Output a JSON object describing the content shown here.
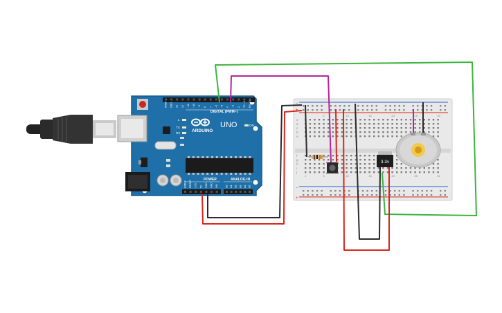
{
  "arduino": {
    "brand": "ARDUINO",
    "model": "UNO",
    "digital_label": "DIGITAL (PWM~)",
    "power_label": "POWER",
    "analog_label": "ANALOG IN",
    "on_label": "ON",
    "l_label": "L",
    "tx_label": "TX",
    "rx_label": "RX",
    "digital_pins": [
      "AREF",
      "GND",
      "13",
      "12",
      "~11",
      "~10",
      "~9",
      "8",
      "7",
      "~6",
      "~5",
      "4",
      "~3",
      "2",
      "TX→1",
      "RX←0"
    ],
    "power_pins": [
      "IOREF",
      "RESET",
      "3.3V",
      "5V",
      "GND",
      "GND",
      "VIN"
    ],
    "analog_pins": [
      "A0",
      "A1",
      "A2",
      "A3",
      "A4",
      "A5"
    ]
  },
  "regulator": {
    "label": "3.3v"
  },
  "breadboard": {
    "row_letters_top": [
      "a",
      "b",
      "c",
      "d",
      "e"
    ],
    "row_letters_bottom": [
      "f",
      "g",
      "h",
      "i",
      "j"
    ],
    "column_numbers": [
      "1",
      "5",
      "10",
      "15",
      "20",
      "25",
      "30"
    ]
  },
  "colors": {
    "board": "#1f6fa8",
    "board_edge": "#16588a",
    "wire_red": "#d9241c",
    "wire_black": "#2a2a2a",
    "wire_green": "#3cb43c",
    "wire_magenta": "#b5249b",
    "breadboard": "#e9e9e9",
    "rail_red": "#d9241c",
    "rail_blue": "#2a5bd7"
  }
}
